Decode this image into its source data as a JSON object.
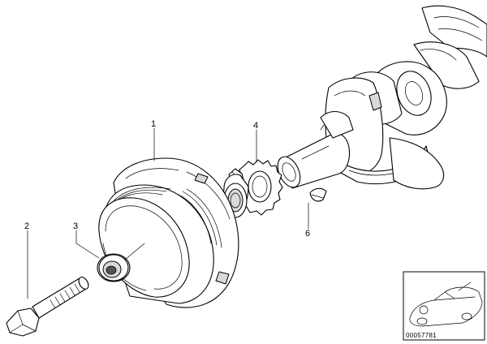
{
  "callouts": [
    {
      "id": "1",
      "label": "1",
      "part": "vibration damper"
    },
    {
      "id": "2",
      "label": "2",
      "part": "hex bolt"
    },
    {
      "id": "3",
      "label": "3",
      "part": "washer"
    },
    {
      "id": "4",
      "label": "4",
      "part": "sprocket"
    },
    {
      "id": "6",
      "label": "6",
      "part": "woodruff key"
    }
  ],
  "reference_number": "00057781",
  "inset": {
    "icon": "car-outline-icon"
  }
}
